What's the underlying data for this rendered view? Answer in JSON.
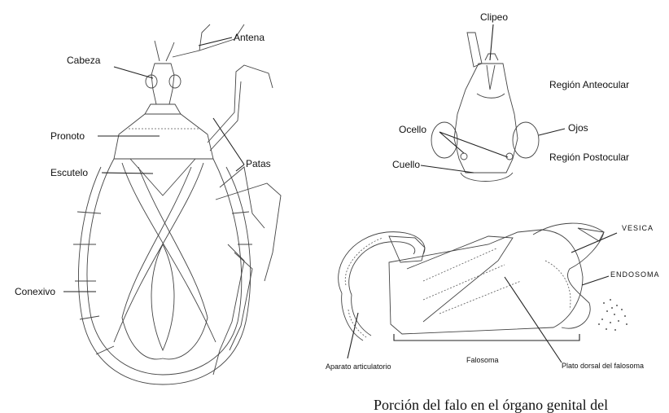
{
  "bug_labels": {
    "cabeza": "Cabeza",
    "antena": "Antena",
    "pronoto": "Pronoto",
    "patas": "Patas",
    "escutelo": "Escutelo",
    "conexivo": "Conexivo"
  },
  "head_labels": {
    "clipeo": "Clipeo",
    "region_anteocular": "Región Anteocular",
    "ocello": "Ocello",
    "ojos": "Ojos",
    "cuello": "Cuello",
    "region_postocular": "Región Postocular"
  },
  "phallus_labels": {
    "vesica": "VESICA",
    "endosoma": "ENDOSOMA",
    "aparato_articulatorio": "Aparato articulatorio",
    "falosoma": "Falosoma",
    "plato_dorsal": "Plato dorsal del falosoma"
  },
  "caption": "Porción del falo en el órgano genital del"
}
